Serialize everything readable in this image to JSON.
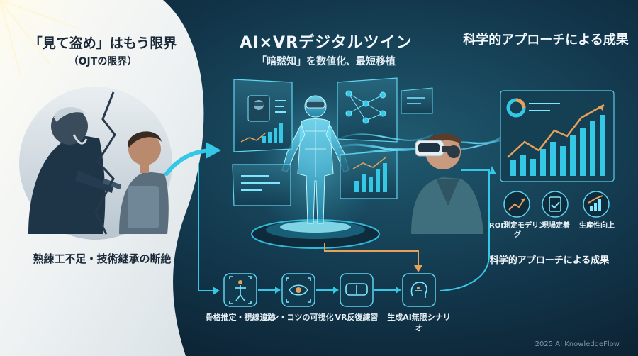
{
  "left": {
    "title": "「見て盗め」はもう限界",
    "subtitle": "（OJTの限界）",
    "caption": "熟練工不足・技術継承の断絶"
  },
  "center": {
    "title": "AI×VRデジタルツイン",
    "subtitle": "「暗黙知」を数値化、最短移植"
  },
  "right": {
    "title": "科学的アプローチによる成果",
    "caption": "科学的アプローチによる成果",
    "metrics": [
      {
        "label": "ROI測定モデリング",
        "icon": "chart-up-icon"
      },
      {
        "label": "現場定着",
        "icon": "clipboard-check-icon"
      },
      {
        "label": "生産性向上",
        "icon": "bar-growth-icon"
      }
    ]
  },
  "steps": [
    {
      "label": "骨格推定・視線追跡",
      "icon": "skeleton-tracking-icon"
    },
    {
      "label": "カン・コツの可視化",
      "icon": "eye-visualize-icon"
    },
    {
      "label": "VR反復練習",
      "icon": "vr-goggles-icon"
    },
    {
      "label": "生成AI無限シナリオ",
      "icon": "ai-brain-icon"
    }
  ],
  "footer": "2025 AI KnowledgeFlow",
  "colors": {
    "accent": "#35c8e6",
    "dark_bg": "#0d2233",
    "light_panel": "#eef2f4",
    "arrow_orange": "#e6a25a"
  }
}
